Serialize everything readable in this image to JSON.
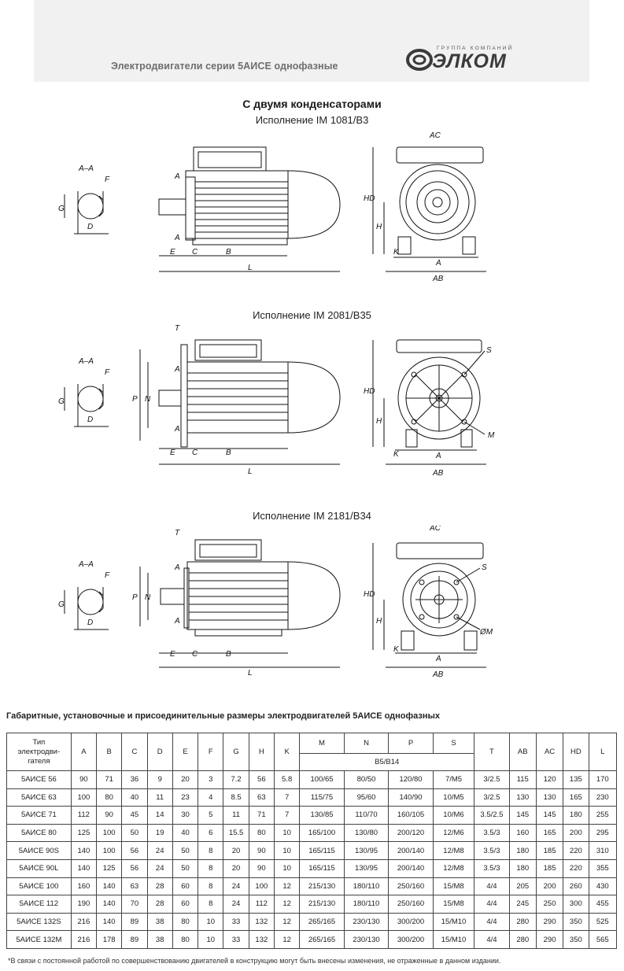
{
  "header": {
    "title": "Электродвигатели серии 5АИСЕ однофазные"
  },
  "logo": {
    "top_text": "группа компаний",
    "word": "ЭЛКОМ"
  },
  "section": {
    "title": "С двумя конденсаторами"
  },
  "views": [
    {
      "subtitle": "Исполнение IM 1081/B3",
      "labels": {
        "section": "А–А",
        "F": "F",
        "G": "G",
        "D": "D",
        "A": "А",
        "E": "E",
        "C": "C",
        "B": "B",
        "L": "L",
        "AC": "AC",
        "HD": "HD",
        "H": "H",
        "K": "K",
        "A2": "A",
        "AB": "AB"
      }
    },
    {
      "subtitle": "Исполнение IM 2081/B35",
      "labels": {
        "section": "А–А",
        "F": "F",
        "G": "G",
        "D": "D",
        "A": "А",
        "T": "T",
        "P": "P",
        "N": "N",
        "E": "E",
        "C": "C",
        "B": "B",
        "L": "L",
        "S": "S",
        "M": "M",
        "HD": "HD",
        "H": "H",
        "K": "K",
        "A2": "A",
        "AB": "AB"
      }
    },
    {
      "subtitle": "Исполнение IM 2181/B34",
      "labels": {
        "section": "А–А",
        "F": "F",
        "G": "G",
        "D": "D",
        "A": "А",
        "T": "T",
        "P": "P",
        "N": "N",
        "E": "E",
        "C": "C",
        "B": "B",
        "L": "L",
        "AC": "AC",
        "S": "S",
        "M": "ØM",
        "HD": "HD",
        "H": "H",
        "K": "K",
        "A2": "A",
        "AB": "AB"
      }
    }
  ],
  "table": {
    "title": "Габаритные, установочные и присоединительные размеры электродвигателей 5АИСЕ однофазных",
    "type_header": [
      "Тип",
      "электродви-",
      "гателя"
    ],
    "columns": [
      "A",
      "B",
      "C",
      "D",
      "E",
      "F",
      "G",
      "H",
      "K",
      "M",
      "N",
      "P",
      "S",
      "T",
      "AB",
      "AC",
      "HD",
      "L"
    ],
    "group_label": "B5/B14",
    "rows": [
      [
        "5АИСЕ 56",
        "90",
        "71",
        "36",
        "9",
        "20",
        "3",
        "7.2",
        "56",
        "5.8",
        "100/65",
        "80/50",
        "120/80",
        "7/M5",
        "3/2.5",
        "115",
        "120",
        "135",
        "170"
      ],
      [
        "5АИСЕ 63",
        "100",
        "80",
        "40",
        "11",
        "23",
        "4",
        "8.5",
        "63",
        "7",
        "115/75",
        "95/60",
        "140/90",
        "10/M5",
        "3/2.5",
        "130",
        "130",
        "165",
        "230"
      ],
      [
        "5АИСЕ 71",
        "112",
        "90",
        "45",
        "14",
        "30",
        "5",
        "11",
        "71",
        "7",
        "130/85",
        "110/70",
        "160/105",
        "10/M6",
        "3.5/2.5",
        "145",
        "145",
        "180",
        "255"
      ],
      [
        "5АИСЕ 80",
        "125",
        "100",
        "50",
        "19",
        "40",
        "6",
        "15.5",
        "80",
        "10",
        "165/100",
        "130/80",
        "200/120",
        "12/M6",
        "3.5/3",
        "160",
        "165",
        "200",
        "295"
      ],
      [
        "5АИСЕ 90S",
        "140",
        "100",
        "56",
        "24",
        "50",
        "8",
        "20",
        "90",
        "10",
        "165/115",
        "130/95",
        "200/140",
        "12/M8",
        "3.5/3",
        "180",
        "185",
        "220",
        "310"
      ],
      [
        "5АИСЕ 90L",
        "140",
        "125",
        "56",
        "24",
        "50",
        "8",
        "20",
        "90",
        "10",
        "165/115",
        "130/95",
        "200/140",
        "12/M8",
        "3.5/3",
        "180",
        "185",
        "220",
        "355"
      ],
      [
        "5АИСЕ 100",
        "160",
        "140",
        "63",
        "28",
        "60",
        "8",
        "24",
        "100",
        "12",
        "215/130",
        "180/110",
        "250/160",
        "15/M8",
        "4/4",
        "205",
        "200",
        "260",
        "430"
      ],
      [
        "5АИСЕ 112",
        "190",
        "140",
        "70",
        "28",
        "60",
        "8",
        "24",
        "112",
        "12",
        "215/130",
        "180/110",
        "250/160",
        "15/M8",
        "4/4",
        "245",
        "250",
        "300",
        "455"
      ],
      [
        "5АИСЕ 132S",
        "216",
        "140",
        "89",
        "38",
        "80",
        "10",
        "33",
        "132",
        "12",
        "265/165",
        "230/130",
        "300/200",
        "15/M10",
        "4/4",
        "280",
        "290",
        "350",
        "525"
      ],
      [
        "5АИСЕ 132M",
        "216",
        "178",
        "89",
        "38",
        "80",
        "10",
        "33",
        "132",
        "12",
        "265/165",
        "230/130",
        "300/200",
        "15/M10",
        "4/4",
        "280",
        "290",
        "350",
        "565"
      ]
    ]
  },
  "footnote": "*В связи с постоянной работой по совершенствованию двигателей в конструкцию могут быть внесены изменения, не отраженные в данном издании."
}
